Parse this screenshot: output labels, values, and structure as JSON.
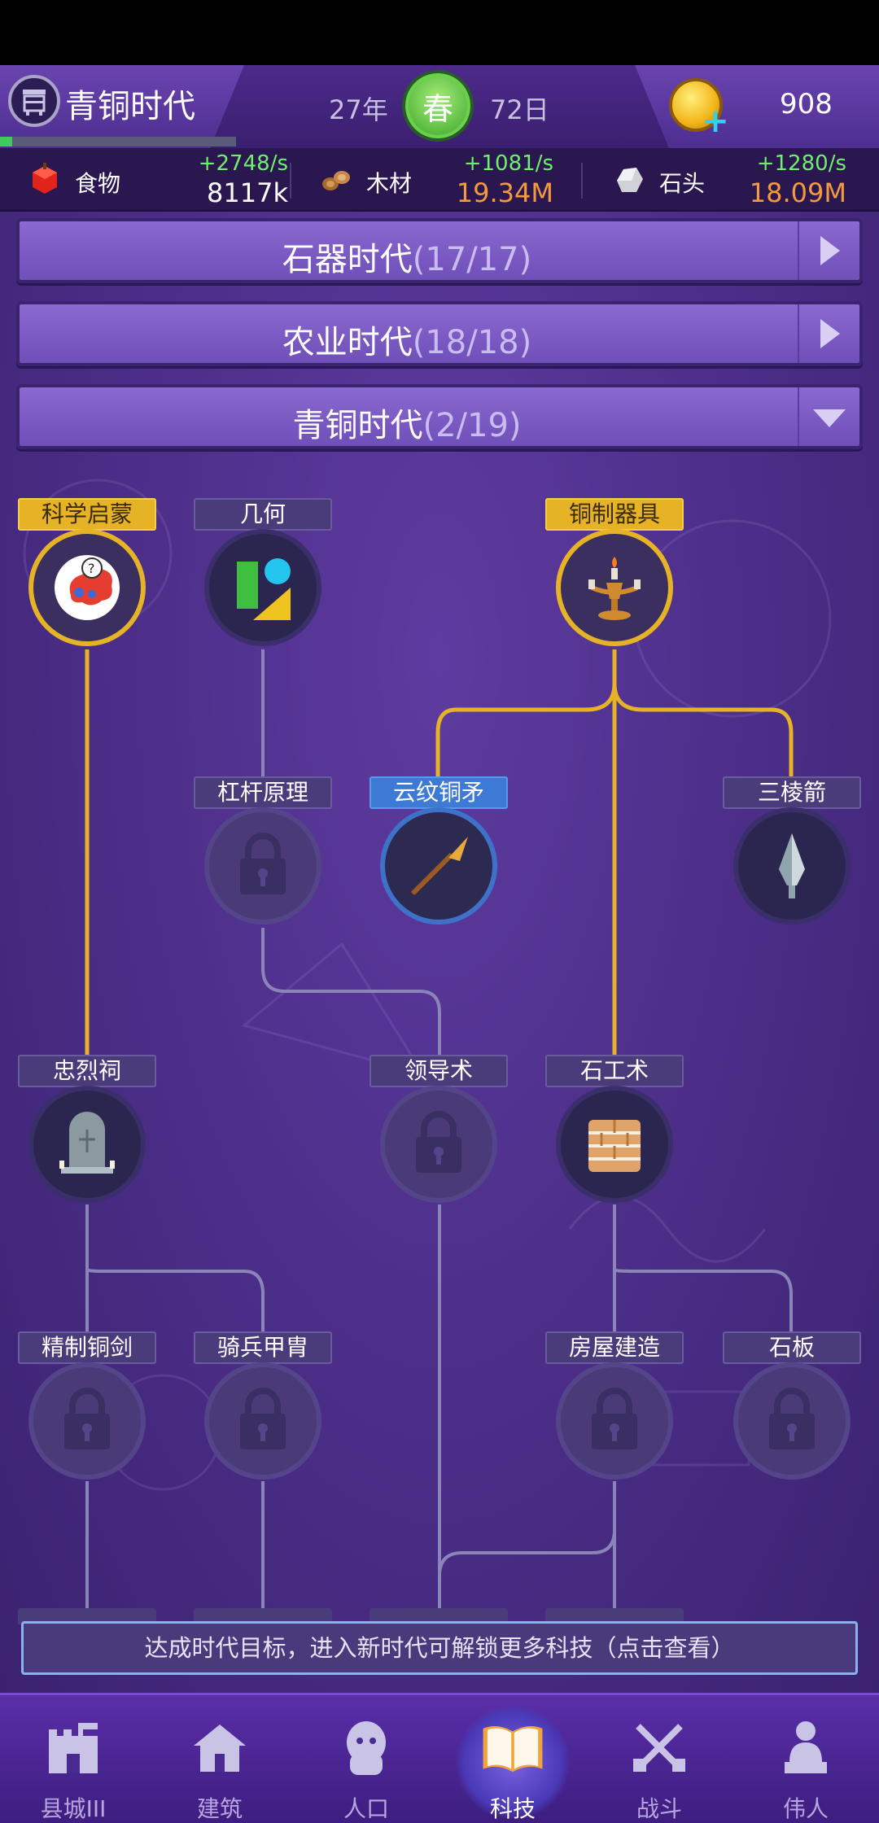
{
  "header": {
    "era_name": "青铜时代",
    "year": "27年",
    "season": "春",
    "day": "72日",
    "gold": "908",
    "era_progress_fraction": 0.05
  },
  "resources": [
    {
      "name": "食物",
      "rate": "+2748/s",
      "total": "8117k",
      "total_color": "#ffffff",
      "icon": "apple-icon"
    },
    {
      "name": "木材",
      "rate": "+1081/s",
      "total": "19.34M",
      "total_color": "#f39a3c",
      "icon": "wood-icon"
    },
    {
      "name": "石头",
      "rate": "+1280/s",
      "total": "18.09M",
      "total_color": "#f39a3c",
      "icon": "stone-icon"
    }
  ],
  "eras": [
    {
      "name": "石器时代",
      "count": "(17/17)",
      "state": "collapsed"
    },
    {
      "name": "农业时代",
      "count": "(18/18)",
      "state": "collapsed"
    },
    {
      "name": "青铜时代",
      "count": "(2/19)",
      "state": "expanded"
    }
  ],
  "techs": {
    "science": "科学启蒙",
    "geometry": "几何",
    "bronze_ware": "铜制器具",
    "lever": "杠杆原理",
    "cloud_spear": "云纹铜矛",
    "arrow": "三棱箭",
    "shrine": "忠烈祠",
    "leadership": "领导术",
    "masonry": "石工术",
    "bronze_sword": "精制铜剑",
    "cavalry_armor": "骑兵甲胄",
    "house_building": "房屋建造",
    "slate": "石板"
  },
  "notice": "达成时代目标，进入新时代可解锁更多科技（点击查看）",
  "nav": [
    {
      "label": "县城III",
      "icon": "town-icon"
    },
    {
      "label": "建筑",
      "icon": "house-icon"
    },
    {
      "label": "人口",
      "icon": "people-icon"
    },
    {
      "label": "科技",
      "icon": "book-icon",
      "active": true
    },
    {
      "label": "战斗",
      "icon": "swords-icon"
    },
    {
      "label": "伟人",
      "icon": "statue-icon"
    }
  ],
  "colors": {
    "accent_gold": "#e6b326",
    "accent_blue": "#3d7ad6",
    "rate_green": "#6ef06b",
    "locked_line": "#8a84b8"
  }
}
